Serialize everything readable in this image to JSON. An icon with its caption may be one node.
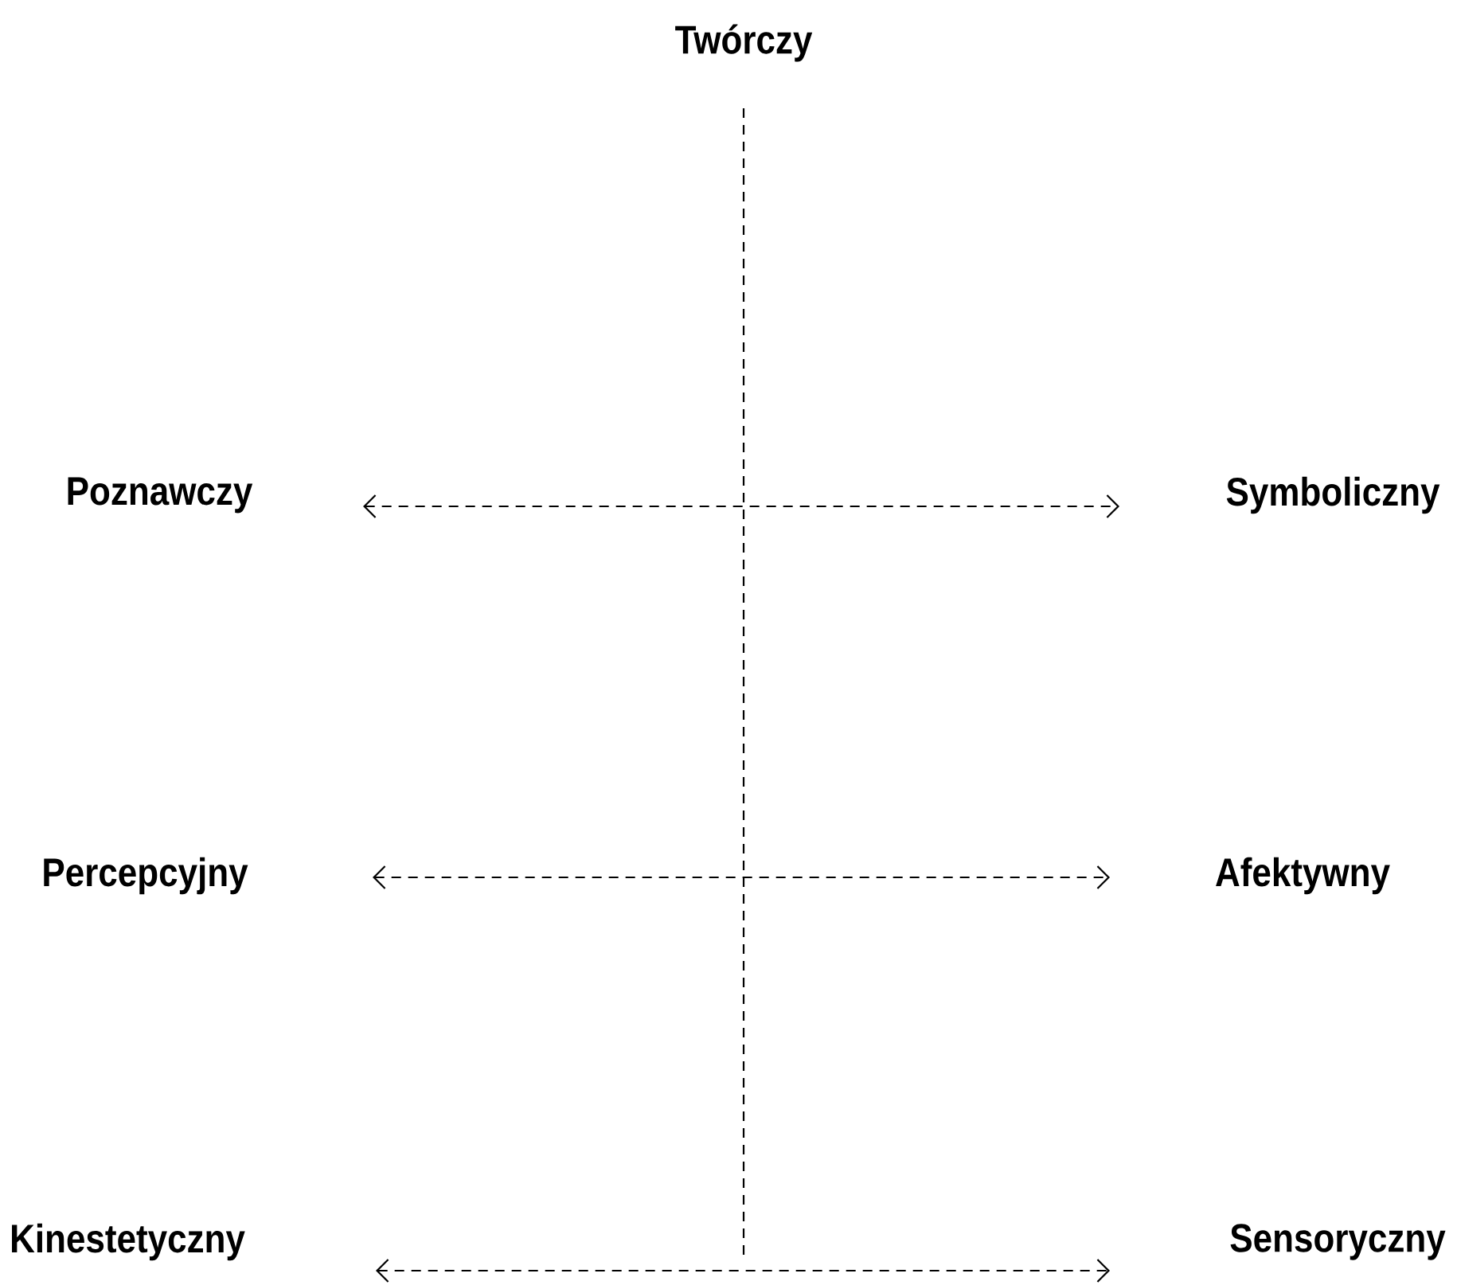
{
  "diagram": {
    "labels": [
      "Twórczy",
      "Poznawczy",
      "Symboliczny",
      "Percepcyjny",
      "Afektywny",
      "Kinestetyczny",
      "Sensoryczny"
    ]
  }
}
